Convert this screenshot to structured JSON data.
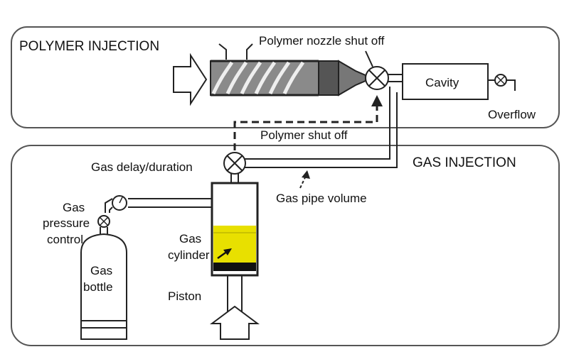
{
  "sections": {
    "polymer_injection": "POLYMER INJECTION",
    "gas_injection": "GAS INJECTION"
  },
  "labels": {
    "polymer_nozzle_shut_off": "Polymer nozzle shut off",
    "cavity": "Cavity",
    "overflow": "Overflow",
    "polymer_shut_off": "Polymer shut off",
    "gas_delay_duration": "Gas delay/duration",
    "gas_pipe_volume": "Gas pipe volume",
    "gas_pressure_control": [
      "Gas",
      "pressure",
      "control"
    ],
    "gas_bottle": [
      "Gas",
      "bottle"
    ],
    "gas_cylinder": [
      "Gas",
      "cylinder"
    ],
    "piston": "Piston"
  },
  "colors": {
    "stroke": "#1a1a1a",
    "gas_fill": "#e8e000",
    "screw": "#707070",
    "panel_border": "#555555"
  }
}
